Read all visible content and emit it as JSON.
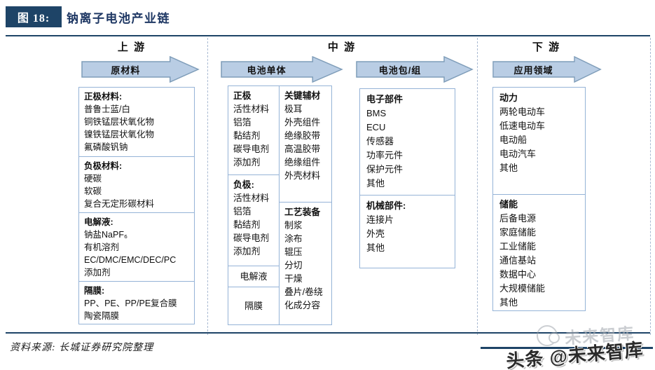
{
  "colors": {
    "navy": "#1e4467",
    "title_text": "#1f3864",
    "arrow_fill": "#b9cde4",
    "arrow_border": "#7f9db9",
    "box_border": "#95b3d7",
    "dash": "#a9bad2"
  },
  "figure": {
    "tag": "图 18:",
    "title": "钠离子电池产业链"
  },
  "upstream": {
    "header": "上 游",
    "arrow_label": "原材料",
    "cathode": {
      "heading": "正极材料:",
      "items": [
        "普鲁士蓝/白",
        "铜铁锰层状氧化物",
        "镍铁锰层状氧化物",
        "氟磷酸钒钠"
      ]
    },
    "anode": {
      "heading": "负极材料:",
      "items": [
        "硬碳",
        "软碳",
        "复合无定形碳材料"
      ]
    },
    "electrolyte": {
      "heading": "电解液:",
      "items": [
        "钠盐NaPF₆",
        "有机溶剂",
        "EC/DMC/EMC/DEC/PC",
        "添加剂"
      ]
    },
    "separator": {
      "heading": "隔膜:",
      "items": [
        "PP、PE、PP/PE复合膜",
        "陶瓷隔膜"
      ]
    }
  },
  "midstream": {
    "header": "中 游",
    "arrow_cell": "电池单体",
    "arrow_pack": "电池包/组",
    "cell_box": {
      "cathode": {
        "heading": "正极",
        "items": [
          "活性材料",
          "铝箔",
          "黏结剂",
          "碳导电剂",
          "添加剂"
        ]
      },
      "anode": {
        "heading": "负极:",
        "items": [
          "活性材料",
          "铝箔",
          "黏结剂",
          "碳导电剂",
          "添加剂"
        ]
      },
      "electrolyte_cell": "电解液",
      "separator_cell": "隔膜",
      "aux": {
        "heading": "关键辅材",
        "items": [
          "极耳",
          "外壳组件",
          "绝缘胶带",
          "高温胶带",
          "绝缘组件",
          "外壳材料"
        ]
      },
      "equipment": {
        "heading": "工艺装备",
        "items": [
          "制浆",
          "涂布",
          "辊压",
          "分切",
          "干燥",
          "叠片/卷绕",
          "化成分容"
        ]
      }
    },
    "pack_box": {
      "electronic": {
        "heading": "电子部件",
        "items": [
          "BMS",
          "ECU",
          "传感器",
          "功率元件",
          "保护元件",
          "其他"
        ]
      },
      "mechanical": {
        "heading": "机械部件:",
        "items": [
          "连接片",
          "外壳",
          "其他"
        ]
      }
    }
  },
  "downstream": {
    "header": "下 游",
    "arrow_label": "应用领域",
    "power": {
      "heading": "动力",
      "items": [
        "两轮电动车",
        "低速电动车",
        "电动船",
        "电动汽车",
        "其他"
      ]
    },
    "storage": {
      "heading": "储能",
      "items": [
        "后备电源",
        "家庭储能",
        "工业储能",
        "通信基站",
        "数据中心",
        "大规模储能",
        "其他"
      ]
    }
  },
  "footer": {
    "source": "资料来源: 长城证券研究院整理",
    "watermark_main": "头条 @未来智库",
    "watermark_ghost": "未来智库"
  }
}
